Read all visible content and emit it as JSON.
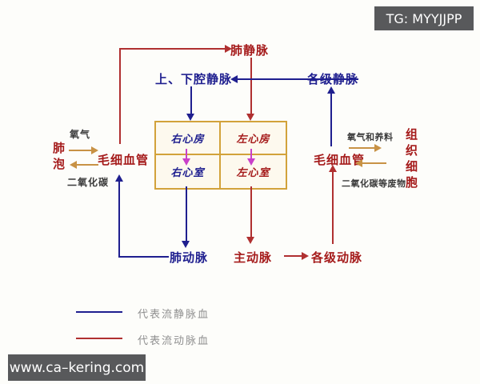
{
  "watermarks": {
    "telegram": "TG: MYYJJPP",
    "website": "www.ca–kering.com"
  },
  "diagram": {
    "top": {
      "pulmonary_vein": "肺静脉",
      "vena_cava": "上、下腔静脉",
      "veins_all_levels": "各级静脉"
    },
    "heart": {
      "right_atrium": "右心房",
      "left_atrium": "左心房",
      "right_ventricle": "右心室",
      "left_ventricle": "左心室"
    },
    "left_side": {
      "oxygen": "氧气",
      "alveoli": "肺泡",
      "capillaries": "毛细血管",
      "carbon_dioxide": "二氧化碳"
    },
    "right_side": {
      "oxygen_and_nutrients": "氧气和养料",
      "capillaries": "毛细血管",
      "co2_and_wastes": "二氧化碳等废物",
      "tissue_cells": "组织细胞"
    },
    "bottom": {
      "pulmonary_artery": "肺动脉",
      "aorta": "主动脉",
      "arteries_all_levels": "各级动脉"
    }
  },
  "legend": {
    "venous": "代表流静脉血",
    "arterial": "代表流动脉血"
  },
  "colors": {
    "venous_blue": "#1f1f8f",
    "arterial_red": "#b03030",
    "label_red": "#a51b1b",
    "heart_border": "#d2a23a",
    "heart_arrow_magenta": "#c940c9",
    "exchange_arrow_tan": "#c89245",
    "legend_text_gray": "#909090",
    "watermark_bg": "#58595b"
  }
}
